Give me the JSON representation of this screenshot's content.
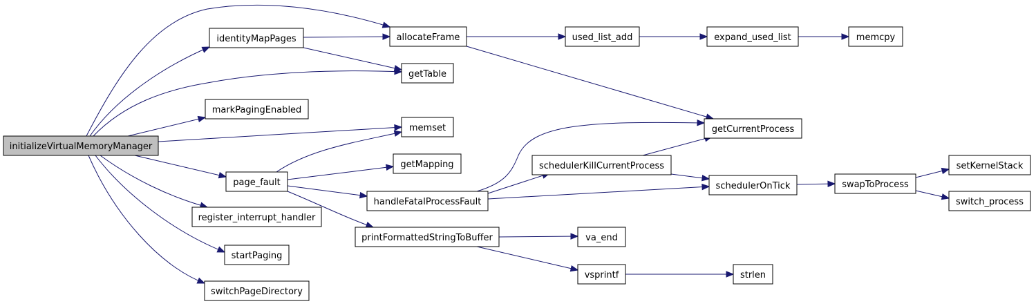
{
  "graph": {
    "colors": {
      "edge": "#191970",
      "root_fill": "#bfbfbf",
      "node_fill": "#ffffff",
      "border": "#000000"
    },
    "nodes": {
      "initializeVirtualMemoryManager": "initializeVirtualMemoryManager",
      "identityMapPages": "identityMapPages",
      "allocateFrame": "allocateFrame",
      "used_list_add": "used_list_add",
      "expand_used_list": "expand_used_list",
      "memcpy": "memcpy",
      "getTable": "getTable",
      "markPagingEnabled": "markPagingEnabled",
      "memset": "memset",
      "getCurrentProcess": "getCurrentProcess",
      "schedulerKillCurrentProcess": "schedulerKillCurrentProcess",
      "getMapping": "getMapping",
      "page_fault": "page_fault",
      "handleFatalProcessFault": "handleFatalProcessFault",
      "schedulerOnTick": "schedulerOnTick",
      "swapToProcess": "swapToProcess",
      "setKernelStack": "setKernelStack",
      "switch_process": "switch_process",
      "register_interrupt_handler": "register_interrupt_handler",
      "printFormattedStringToBuffer": "printFormattedStringToBuffer",
      "va_end": "va_end",
      "startPaging": "startPaging",
      "vsprintf": "vsprintf",
      "strlen": "strlen",
      "switchPageDirectory": "switchPageDirectory"
    },
    "edges": [
      [
        "initializeVirtualMemoryManager",
        "allocateFrame"
      ],
      [
        "initializeVirtualMemoryManager",
        "identityMapPages"
      ],
      [
        "initializeVirtualMemoryManager",
        "getTable"
      ],
      [
        "initializeVirtualMemoryManager",
        "markPagingEnabled"
      ],
      [
        "initializeVirtualMemoryManager",
        "memset"
      ],
      [
        "initializeVirtualMemoryManager",
        "page_fault"
      ],
      [
        "initializeVirtualMemoryManager",
        "register_interrupt_handler"
      ],
      [
        "initializeVirtualMemoryManager",
        "startPaging"
      ],
      [
        "initializeVirtualMemoryManager",
        "switchPageDirectory"
      ],
      [
        "identityMapPages",
        "allocateFrame"
      ],
      [
        "identityMapPages",
        "getTable"
      ],
      [
        "allocateFrame",
        "used_list_add"
      ],
      [
        "allocateFrame",
        "getCurrentProcess"
      ],
      [
        "used_list_add",
        "expand_used_list"
      ],
      [
        "expand_used_list",
        "memcpy"
      ],
      [
        "page_fault",
        "memset"
      ],
      [
        "page_fault",
        "getMapping"
      ],
      [
        "page_fault",
        "handleFatalProcessFault"
      ],
      [
        "page_fault",
        "printFormattedStringToBuffer"
      ],
      [
        "handleFatalProcessFault",
        "getCurrentProcess"
      ],
      [
        "handleFatalProcessFault",
        "schedulerKillCurrentProcess"
      ],
      [
        "handleFatalProcessFault",
        "schedulerOnTick"
      ],
      [
        "schedulerKillCurrentProcess",
        "getCurrentProcess"
      ],
      [
        "schedulerKillCurrentProcess",
        "schedulerOnTick"
      ],
      [
        "schedulerOnTick",
        "swapToProcess"
      ],
      [
        "swapToProcess",
        "setKernelStack"
      ],
      [
        "swapToProcess",
        "switch_process"
      ],
      [
        "printFormattedStringToBuffer",
        "va_end"
      ],
      [
        "printFormattedStringToBuffer",
        "vsprintf"
      ],
      [
        "vsprintf",
        "strlen"
      ]
    ]
  }
}
